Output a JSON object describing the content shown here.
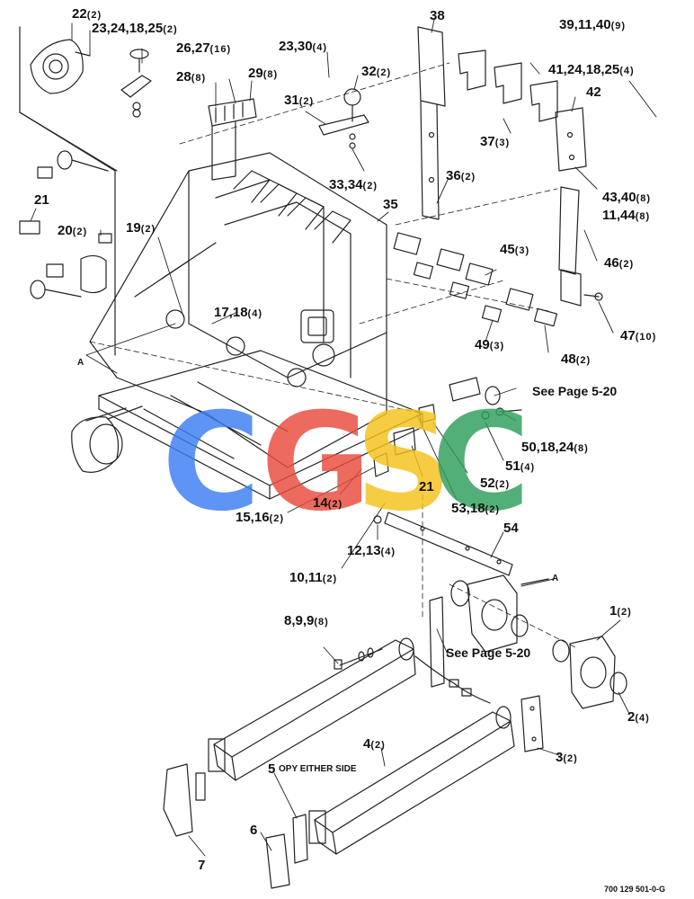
{
  "watermark": {
    "letters": [
      {
        "char": "C",
        "color": "#3b7df2"
      },
      {
        "char": "G",
        "color": "#ea4a3c"
      },
      {
        "char": "S",
        "color": "#f5c21b"
      },
      {
        "char": "C",
        "color": "#2e9e5b"
      }
    ]
  },
  "callouts": [
    {
      "id": "c22",
      "num": "22",
      "qty": "(2)"
    },
    {
      "id": "c23a",
      "num": "23,24,18,25",
      "qty": "(2)"
    },
    {
      "id": "c26",
      "num": "26,27",
      "qty": "(16)"
    },
    {
      "id": "c23b",
      "num": "23,30",
      "qty": "(4)"
    },
    {
      "id": "c28",
      "num": "28",
      "qty": "(8)"
    },
    {
      "id": "c29",
      "num": "29",
      "qty": "(8)"
    },
    {
      "id": "c32",
      "num": "32",
      "qty": "(2)"
    },
    {
      "id": "c38",
      "num": "38",
      "qty": ""
    },
    {
      "id": "c39",
      "num": "39,11,40",
      "qty": "(9)"
    },
    {
      "id": "c41",
      "num": "41,24,18,25",
      "qty": "(4)"
    },
    {
      "id": "c42",
      "num": "42",
      "qty": ""
    },
    {
      "id": "c31",
      "num": "31",
      "qty": "(2)"
    },
    {
      "id": "c37",
      "num": "37",
      "qty": "(3)"
    },
    {
      "id": "c33",
      "num": "33,34",
      "qty": "(2)"
    },
    {
      "id": "c36",
      "num": "36",
      "qty": "(2)"
    },
    {
      "id": "c43",
      "num": "43,40",
      "qty": "(8)"
    },
    {
      "id": "c11",
      "num": "11,44",
      "qty": "(8)"
    },
    {
      "id": "c21a",
      "num": "21",
      "qty": ""
    },
    {
      "id": "c35",
      "num": "35",
      "qty": ""
    },
    {
      "id": "c20",
      "num": "20",
      "qty": "(2)"
    },
    {
      "id": "c19",
      "num": "19",
      "qty": "(2)"
    },
    {
      "id": "c45",
      "num": "45",
      "qty": "(3)"
    },
    {
      "id": "c46",
      "num": "46",
      "qty": "(2)"
    },
    {
      "id": "c17",
      "num": "17,18",
      "qty": "(4)"
    },
    {
      "id": "c47",
      "num": "47",
      "qty": "(10)"
    },
    {
      "id": "c49",
      "num": "49",
      "qty": "(3)"
    },
    {
      "id": "c48",
      "num": "48",
      "qty": "(2)"
    },
    {
      "id": "c50",
      "num": "50,18,24",
      "qty": "(8)"
    },
    {
      "id": "c51",
      "num": "51",
      "qty": "(4)"
    },
    {
      "id": "c52",
      "num": "52",
      "qty": "(2)"
    },
    {
      "id": "c21b",
      "num": "21",
      "qty": ""
    },
    {
      "id": "c53",
      "num": "53,18",
      "qty": "(2)"
    },
    {
      "id": "c14",
      "num": "14",
      "qty": "(2)"
    },
    {
      "id": "c15",
      "num": "15,16",
      "qty": "(2)"
    },
    {
      "id": "c54",
      "num": "54",
      "qty": ""
    },
    {
      "id": "c12",
      "num": "12,13",
      "qty": "(4)"
    },
    {
      "id": "c10",
      "num": "10,11",
      "qty": "(2)"
    },
    {
      "id": "c8",
      "num": "8,9,9",
      "qty": "(8)"
    },
    {
      "id": "c1",
      "num": "1",
      "qty": "(2)"
    },
    {
      "id": "c2",
      "num": "2",
      "qty": "(4)"
    },
    {
      "id": "c3",
      "num": "3",
      "qty": "(2)"
    },
    {
      "id": "c4",
      "num": "4",
      "qty": "(2)"
    },
    {
      "id": "c5",
      "num": "5",
      "qty": ""
    },
    {
      "id": "c6",
      "num": "6",
      "qty": ""
    },
    {
      "id": "c7",
      "num": "7",
      "qty": ""
    }
  ],
  "notes": {
    "see_page_top": "See Page 5-20",
    "see_page_bottom": "See Page 5-20",
    "opy_either_side": "OPY EITHER SIDE",
    "ref_a_left": "A",
    "ref_a_right": "A",
    "drawing_number": "700 129 501-0-G"
  }
}
